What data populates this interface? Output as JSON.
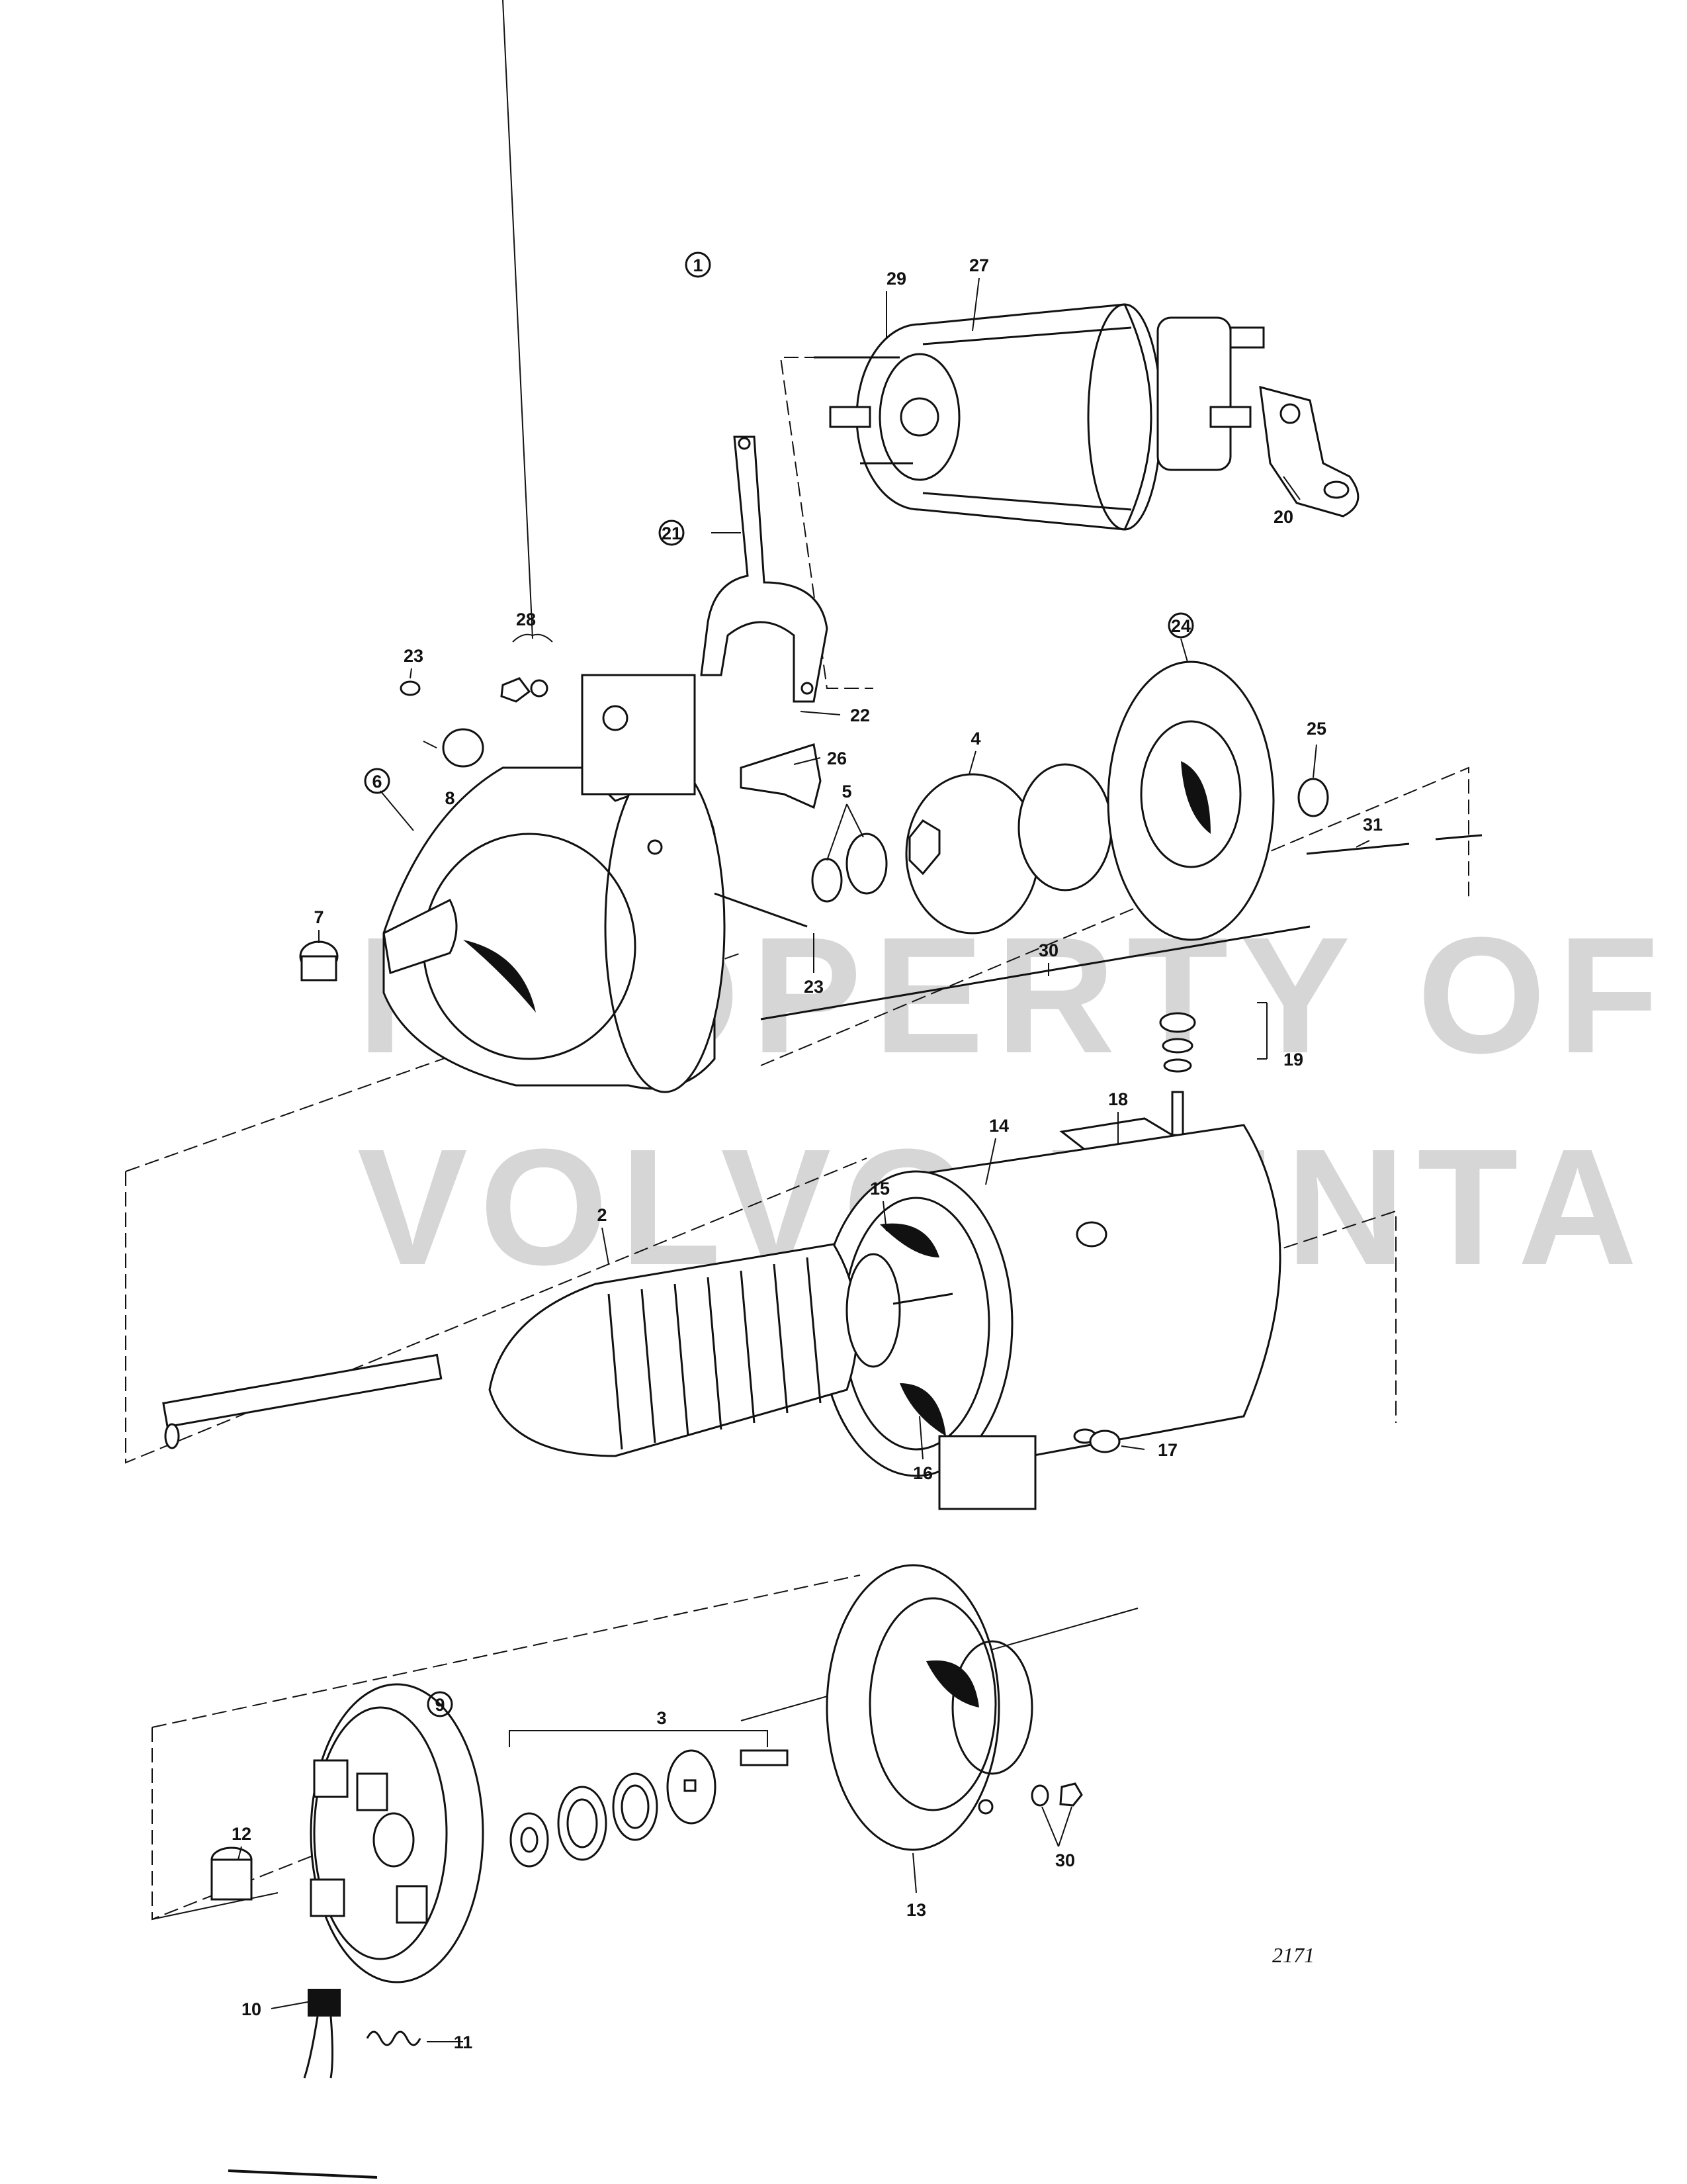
{
  "figure_number": "2171",
  "watermark": {
    "line1": "PROPERTY OF",
    "line2": "VOLVO PENTA"
  },
  "callouts": [
    {
      "id": "c1",
      "text": "1",
      "circled": true
    },
    {
      "id": "c2",
      "text": "2",
      "circled": false
    },
    {
      "id": "c3",
      "text": "3",
      "circled": false
    },
    {
      "id": "c4",
      "text": "4",
      "circled": false
    },
    {
      "id": "c5",
      "text": "5",
      "circled": false
    },
    {
      "id": "c6",
      "text": "6",
      "circled": true
    },
    {
      "id": "c7",
      "text": "7",
      "circled": false
    },
    {
      "id": "c8",
      "text": "8",
      "circled": false
    },
    {
      "id": "c9",
      "text": "9",
      "circled": true
    },
    {
      "id": "c10",
      "text": "10",
      "circled": false
    },
    {
      "id": "c11",
      "text": "11",
      "circled": false
    },
    {
      "id": "c12",
      "text": "12",
      "circled": false
    },
    {
      "id": "c13",
      "text": "13",
      "circled": false
    },
    {
      "id": "c14",
      "text": "14",
      "circled": false
    },
    {
      "id": "c15",
      "text": "15",
      "circled": false
    },
    {
      "id": "c16",
      "text": "16",
      "circled": false
    },
    {
      "id": "c17",
      "text": "17",
      "circled": false
    },
    {
      "id": "c18",
      "text": "18",
      "circled": false
    },
    {
      "id": "c19",
      "text": "19",
      "circled": false
    },
    {
      "id": "c20",
      "text": "20",
      "circled": false
    },
    {
      "id": "c21",
      "text": "21",
      "circled": true
    },
    {
      "id": "c22",
      "text": "22",
      "circled": false
    },
    {
      "id": "c23a",
      "text": "23",
      "circled": false
    },
    {
      "id": "c23b",
      "text": "23",
      "circled": false
    },
    {
      "id": "c24",
      "text": "24",
      "circled": true
    },
    {
      "id": "c25",
      "text": "25",
      "circled": false
    },
    {
      "id": "c26",
      "text": "26",
      "circled": false
    },
    {
      "id": "c27",
      "text": "27",
      "circled": false
    },
    {
      "id": "c28",
      "text": "28",
      "circled": false
    },
    {
      "id": "c29",
      "text": "29",
      "circled": false
    },
    {
      "id": "c30a",
      "text": "30",
      "circled": false
    },
    {
      "id": "c30b",
      "text": "30",
      "circled": false
    },
    {
      "id": "c31",
      "text": "31",
      "circled": false
    }
  ]
}
